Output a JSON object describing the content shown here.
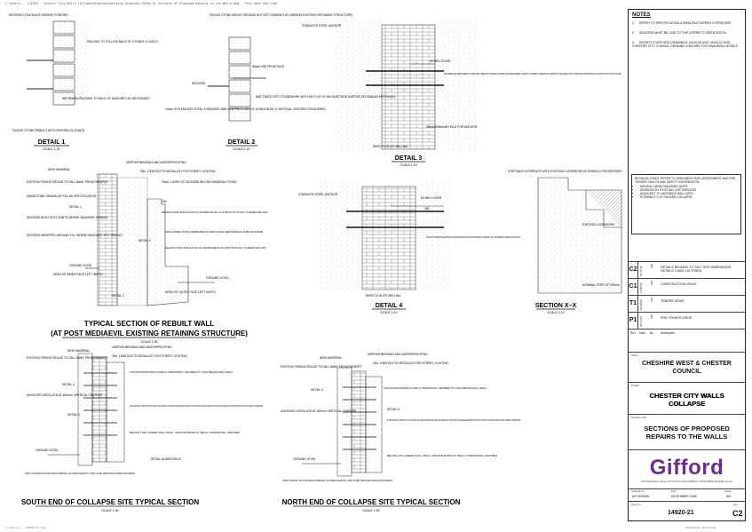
{
  "header_path": "C:\\Users\\...\\14920 - Chester City Walls Collapse\\Drawings\\Working Drawings\\14920-21 Sections of Proposed Repairs to the Walls.dwg - Plot date and time",
  "footer_left": "C:\\Users\\...\\14920-21.dwg",
  "footer_right": "A3 Reduced - Not to scale",
  "details": {
    "detail1": {
      "title": "DETAIL 1",
      "scale": "SCALE 1:20",
      "notes": [
        "SEGGRID CONCEALED BEHIND POINTING",
        "PACKING TO FOLLOW BACK OF STONES CLOSELY",
        "INFORMING/PACKING TO BACK OF MASONRY AS NECESSARY",
        "FACING STONE REBUILT WITH SEGGRID IN JOINTS"
      ]
    },
    "detail2": {
      "title": "DETAIL 2",
      "scale": "SCALE 1:20",
      "notes": [
        "FACING STONE ABOVE GROUND BUT NOT DISMANTLED (BEHIND EXISTING RETAINING STRUCTURE)",
        "50mm MIN FROM FACE",
        "SEGGRID",
        "BAR TWICE INTO STONEWORK WITH HILTI HIT-HY150 INJECTION MORTAR OR SIMILAR APPROVED",
        "12mm Ø STAINLESS STEEL THREADED BAR IN APPROX 400 C/C HORIZONTAL & VERTICAL CENTRES STAGGERED"
      ]
    },
    "detail3": {
      "title": "DETAIL 3",
      "scale": "SCALE 1:10",
      "notes": [
        "STAINLESS STEEL ANCHOR",
        "50 MIN COVER",
        "65mmØ/80mmØ CORE CAREFULLY REMOVED, LABELLED ON REAR & STORED FOR REPLACEMENT. INSERT AT CORRECT ORIENTATION. MORTAR TO BE MIXED WITH STONE DUST FROM DRILLING TO MATCH COLOUR OF STONE.",
        "32mmØ/35mmØ HOLE FOR ANCHOR",
        "DIRECTION OF DRILLING"
      ]
    },
    "detail4": {
      "title": "DETAIL 4",
      "scale": "SCALE 1:10",
      "notes": [
        "STAINLESS STEEL ANCHOR",
        "50 MIN COVER",
        "300",
        "TOP ROWS OF ANCHORS TO BE LEFT PROUD OF SURFACES POTENTIAL FIXING POINTS FOR HANDRAIL TO INNER FACE. MAX TO BE THREADED TO RECEIVE POTENTIAL FIXING",
        "DIRECTION OF DRILLING"
      ]
    },
    "sectionxx": {
      "title": "SECTION X–X",
      "scale": "SCALE 1:10",
      "notes": [
        "STEP BACK INTERFACE WITH EXISTING COREWORK AS REBUILD PROGRESSES",
        "EXISTING COREWORK",
        "NOMINAL STEP OF 200mm"
      ]
    },
    "typical": {
      "title": "TYPICAL SECTION OF REBUILT WALL",
      "subtitle": "(AT POST MEDIAEVIL EXISTING RETAINING STRUCTURE)",
      "scale": "SCALE 1:50",
      "notes": [
        "NEW HANDRAIL",
        "MORTAR BEDDING AND WATERPROOFING",
        "2No. 100Ø DUCTS INSTALLED FOR STREET LIGHTING",
        "FINAL LAYER OF SEGGRID BELOW HANDRAIL FIXING",
        "EXISTING PAVING RELAID TO FALL AWAY FROM PARAPET",
        "SANDSTONE GRANULAR FILL AS SPECIFICATION",
        "DETAIL 1",
        "700",
        "SEGGRID FORTRAC 80/30-20 AT MAX 0.5m CENTRES FOR MAX 1–2.5m BELOW TOP OF WALL (TO NEAREST BED JOINT)",
        "SEGGRID BUILT INTO JOINTS WHERE MASONRY REBUILT",
        "ISOLATED POST MEDIAEVIL EXISTING RETAINING STRUCTURE",
        "DETAIL 2",
        "SEGGRID FORTRAC 80/30-20 AT MAX 0.5m CENTRES BELOW 2.5m FROM TOP OF WALL (TO NEAREST BED JOINT)",
        "SEGGRID WRAPPED AROUND FILL WHERE MASONRY NOT REBUILT",
        "GROUND LEVEL",
        "AREA OF INNER FACE LEFT INSITU",
        "AREA OF OUTER FACE LEFT INSITU",
        "DETAIL 1",
        "GROUND LEVEL"
      ]
    },
    "south": {
      "title": "SOUTH END OF COLLAPSE SITE TYPICAL SECTION",
      "scale": "SCALE 1:50",
      "notes": [
        "NEW HANDRAIL",
        "MORTAR BEDDING AND WATERPROOFING",
        "2No. 100Ø DUCTS INSTALLED FOR STREET LIGHTING",
        "EXISTING PAVING RELAID TO FALL AWAY FROM PARAPET",
        "TOP ANCHOR ROWS AT 300mm HORIZONTAL CENTRES TO 1.05m BELOW WALL WALK",
        "DETAIL 4",
        "ANCHORS INSTALLED AT 450mm VERTICAL CENTRES",
        "DETAIL 3",
        "DYTEC ANCHORS, LENGTHS TO SUIT LOCATION 12mmØ/16mmØ STAINLESS STEEL BAR GRADE 304 IN 35mmØ/75mmØ HOLE DRILLED THROUGH STRUCTURE WITH GROUTED SOCK INJECTED UNDER LOW PRESSURE",
        "BELOW 1.05m UNDER WALL WALK, ANCHOR ROWS AT 450mm HORIZONTAL CENTRES",
        "GROUND LEVEL",
        "VOID LOCATED ON SITE FROM OPENING UP INVESTIGATION. VOID TO BE GROUTED AFTER ANCHORING",
        "DETAIL IN ABEYANCE"
      ]
    },
    "north": {
      "title": "NORTH END OF COLLAPSE SITE TYPICAL SECTION",
      "scale": "SCALE 1:50",
      "notes": [
        "NEW HANDRAIL",
        "MORTAR BEDDING AND WATERPROOFING",
        "2No. 100Ø DUCTS INSTALLED FOR STREET LIGHTING",
        "EXISTING PAVING RELAID TO FALL AWAY FROM PARAPET",
        "DETAIL 4",
        "TOP ANCHOR ROWS AT 300mm HORIZONTAL CENTRES TO 1.05m BELOW WALL WALK",
        "ANCHORS INSTALLED AT 450mm VERTICAL CENTRES",
        "DETAIL 3",
        "DYTEC ANCHORS, LENGTHS TO SUIT LOCATION 12mmØ/16mmØ STAINLESS STEEL BAR GRADE 304 IN 35mmØ/75mmØ HOLE DRILLED THROUGH STRUCTURE WITH GROUTED SOCK INJECTED UNDER LOW PRESSURE",
        "GROUND LEVEL",
        "BELOW 3.5m UNDER WALL WALK, ANCHOR ROWS AT 450mm HORIZONTAL CENTRES",
        "VOID LOCATED ON SITE FROM OPENING UP INVESTIGATION. VOID TO BE GROUTED AFTER ANCHORING"
      ]
    }
  },
  "titleblock": {
    "notes_heading": "NOTES",
    "notes": [
      {
        "n": "1.",
        "text": "REFER TO SPECIFICATION & MANUFACTURERS LITERATURE."
      },
      {
        "n": "2.",
        "text": "SEGGRID MUST BE LAID TO THE CORRECT ORIENTATION."
      },
      {
        "n": "3.",
        "text": "REFER TO GIFFORD DRAWINGS 14920-05 AND 14920-22 AND CHESTER CITY COUNCIL DRAWING CWL/08/0 FOR HANDRAIL DETAILS."
      }
    ],
    "risk_text": "RESIDUAL RISKS. REFER TO DESIGNERS RISK ASSESSMENT AND PRE-TENDER HEALTH AND SAFETY INFORMATION.",
    "risk_items": [
      "MOVING LARGE MASONRY UNITS",
      "WORKING BY EXISTING LIVE SERVICES",
      "ADJACENT TO UNSTABLE WALL WITH",
      "POSSIBILITY OF SUDDEN COLLAPSE"
    ],
    "revisions": [
      {
        "rev": "C2",
        "date": "03.11.09",
        "by": "MH",
        "desc": "DETAILS REVISED TO SUIT SITE DIMENSIONS, DETAILS 1 AND 2 ALTERED"
      },
      {
        "rev": "C1",
        "date": "11.09.09",
        "by": "MH",
        "desc": "CONSTRUCTION ISSUE"
      },
      {
        "rev": "T1",
        "date": "01.09.09",
        "by": "MH",
        "desc": "TENDER ISSUE"
      },
      {
        "rev": "P1",
        "date": "18.12.08",
        "by": "MH",
        "desc": "PRE-TENDER ISSUE"
      }
    ],
    "rev_head": {
      "rev": "Rev",
      "date": "Date",
      "by": "By",
      "desc": "Description"
    },
    "client_label": "Client",
    "client": "CHESHIRE WEST & CHESTER COUNCIL",
    "project_label": "Project",
    "project": "CHESTER CITY WALLS COLLAPSE",
    "title_label": "Drawing Title",
    "title": "SECTIONS OF PROPOSED REPAIRS TO THE WALLS",
    "company": "Gifford",
    "address": "20 Nicholas Street, Chester CH1 2NX   Tel: 01244 311855   Fax: 01244 310015   www.gifford.uk.com",
    "scale_label": "Scale @ A1",
    "scale": "AS SHOWN",
    "date_label": "Date",
    "date": "DECEMBER 2008",
    "drawn_label": "Drawn",
    "drawn": "MH",
    "dwg_label": "Dwg. No.",
    "dwg_no": "14920-21",
    "rev_label": "Rev",
    "rev": "C2"
  }
}
